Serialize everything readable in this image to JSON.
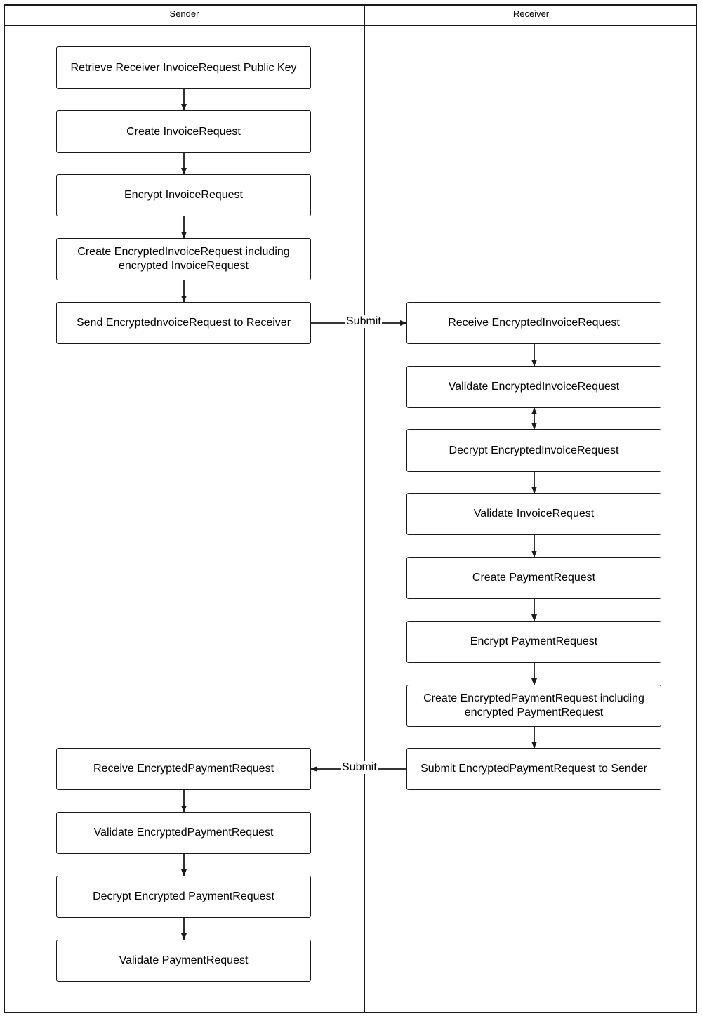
{
  "lanes": {
    "sender": "Sender",
    "receiver": "Receiver"
  },
  "sender_steps": [
    "Retrieve Receiver InvoiceRequest Public Key",
    "Create InvoiceRequest",
    "Encrypt InvoiceRequest",
    "Create EncryptedInvoiceRequest including encrypted InvoiceRequest",
    "Send EncryptednvoiceRequest to Receiver",
    "Receive EncryptedPaymentRequest",
    "Validate EncryptedPaymentRequest",
    "Decrypt Encrypted PaymentRequest",
    "Validate PaymentRequest"
  ],
  "receiver_steps": [
    "Receive EncryptedInvoiceRequest",
    "Validate EncryptedInvoiceRequest",
    "Decrypt EncryptedInvoiceRequest",
    "Validate InvoiceRequest",
    "Create PaymentRequest",
    "Encrypt PaymentRequest",
    "Create EncryptedPaymentRequest including encrypted PaymentRequest",
    "Submit EncryptedPaymentRequest to Sender"
  ],
  "edge_labels": {
    "submit_to_receiver": "Submit",
    "submit_to_sender": "Submit"
  },
  "colors": {
    "stroke": "#1a1a1a",
    "fill": "#ffffff",
    "text": "#000000"
  }
}
